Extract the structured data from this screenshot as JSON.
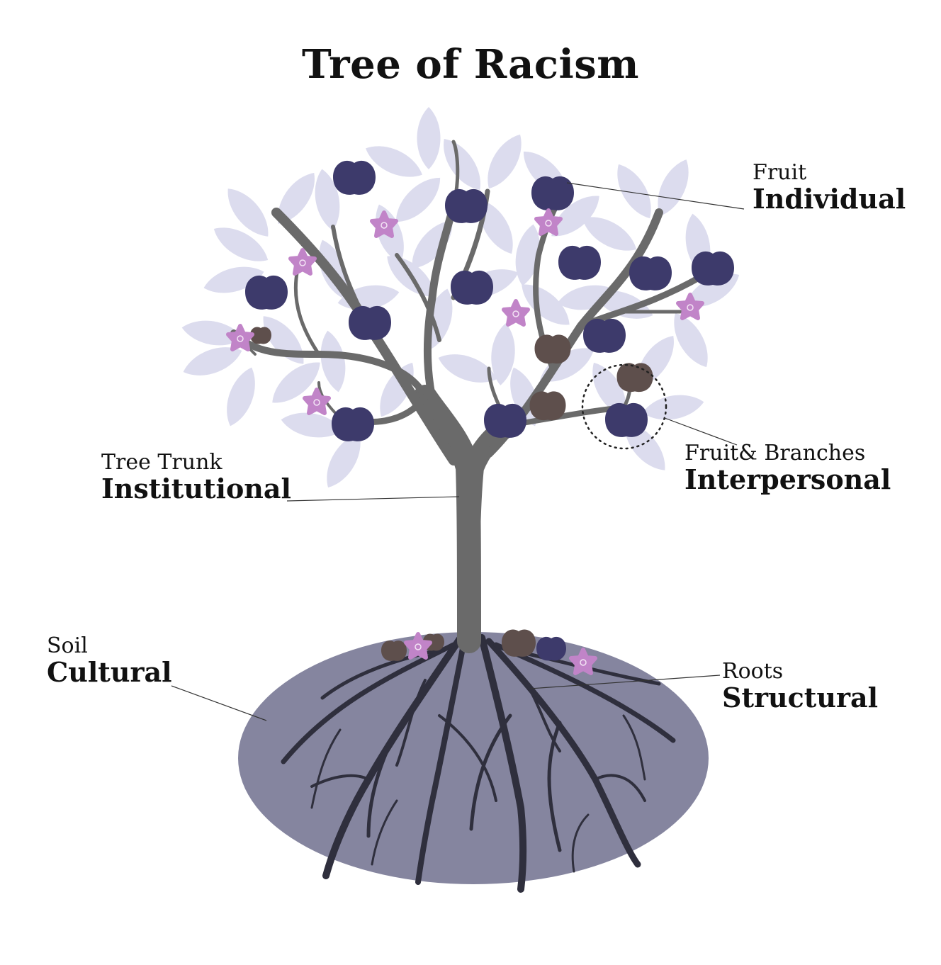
{
  "title": "Tree of Racism",
  "labels": {
    "fruit": {
      "small": "Fruit",
      "big": "Individual"
    },
    "fruit_branches": {
      "small": "Fruit& Branches",
      "big": "Interpersonal"
    },
    "trunk": {
      "small": "Tree Trunk",
      "big": "Institutional"
    },
    "soil": {
      "small": "Soil",
      "big": "Cultural"
    },
    "roots": {
      "small": "Roots",
      "big": "Structural"
    }
  },
  "colors": {
    "leaf": "#dcdcee",
    "fruit_dark": "#3d3a6b",
    "fruit_brown": "#5e4f4c",
    "flower": "#c184c8",
    "trunk": "#6a6a6a",
    "soil": "#85859f",
    "roots": "#2f2f3d"
  }
}
